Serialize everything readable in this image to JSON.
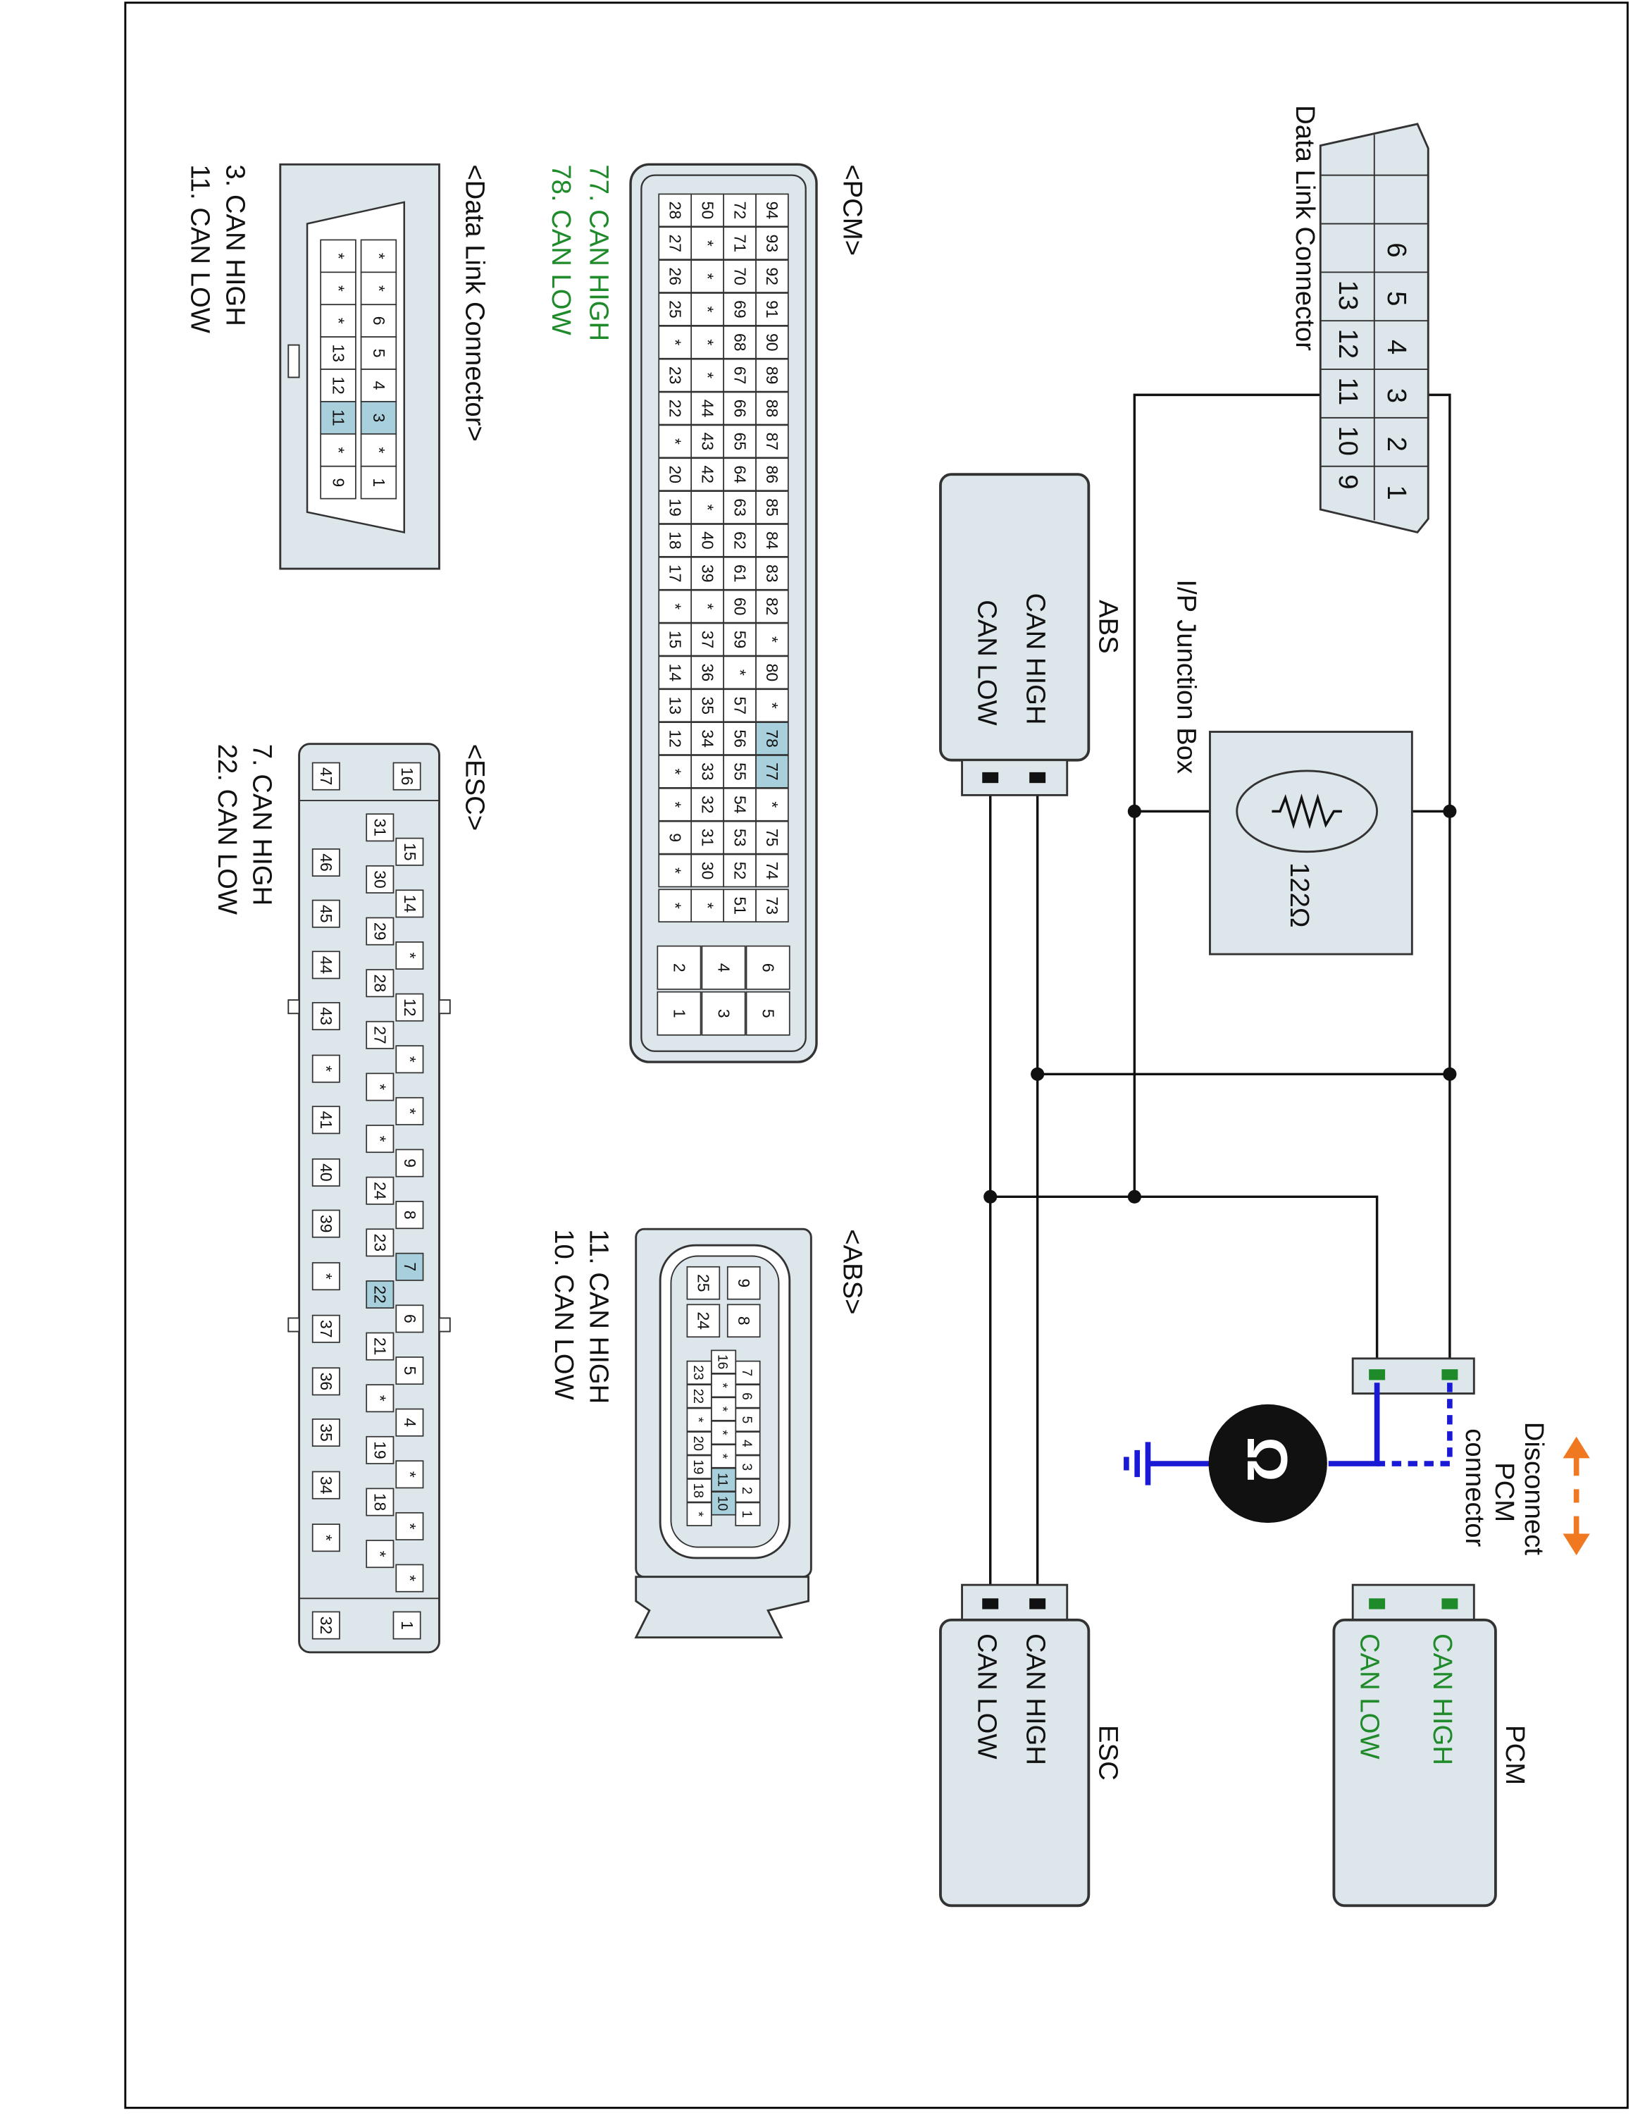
{
  "dlc": {
    "title": "Data Link Connector",
    "view_title": "<Data Link Connector>",
    "pins_row1": [
      "1",
      "2",
      "3",
      "4",
      "5",
      "6"
    ],
    "pins_row2": [
      "9",
      "10",
      "11",
      "12",
      "13"
    ],
    "legend": [
      "3. CAN HIGH",
      "11. CAN LOW"
    ],
    "grid_row1": [
      "*",
      "*",
      "6",
      "5",
      "4",
      "3",
      "*",
      "1"
    ],
    "grid_row2": [
      "*",
      "*",
      "*",
      "13",
      "12",
      "11",
      "*",
      "9"
    ]
  },
  "pcm": {
    "title": "PCM",
    "view_title": "<PCM>",
    "legend": [
      "77. CAN HIGH",
      "78. CAN LOW"
    ],
    "rows": [
      [
        "94",
        "93",
        "92",
        "91",
        "90",
        "89",
        "88",
        "87",
        "86",
        "85",
        "84",
        "83",
        "82",
        "*",
        "80",
        "*",
        "78",
        "77",
        "*",
        "75",
        "74",
        "73"
      ],
      [
        "72",
        "71",
        "70",
        "69",
        "68",
        "67",
        "66",
        "65",
        "64",
        "63",
        "62",
        "61",
        "60",
        "59",
        "*",
        "57",
        "56",
        "55",
        "54",
        "53",
        "52",
        "51"
      ],
      [
        "50",
        "*",
        "*",
        "*",
        "*",
        "*",
        "44",
        "43",
        "42",
        "*",
        "40",
        "39",
        "*",
        "37",
        "36",
        "35",
        "34",
        "33",
        "32",
        "31",
        "30",
        "*"
      ],
      [
        "28",
        "27",
        "26",
        "25",
        "*",
        "23",
        "22",
        "*",
        "20",
        "19",
        "18",
        "17",
        "*",
        "15",
        "14",
        "13",
        "12",
        "*",
        "*",
        "9",
        "*",
        "*"
      ]
    ],
    "small_pins": [
      [
        "6",
        "5"
      ],
      [
        "4",
        "3"
      ],
      [
        "2",
        "1"
      ]
    ],
    "highlight": [
      "77",
      "78"
    ],
    "signals": [
      "CAN HIGH",
      "CAN LOW"
    ]
  },
  "abs": {
    "title": "ABS",
    "view_title": "<ABS>",
    "signals": [
      "CAN HIGH",
      "CAN LOW"
    ],
    "legend": [
      "11. CAN HIGH",
      "10. CAN LOW"
    ],
    "big_pins": [
      "9",
      "8",
      "25",
      "24"
    ],
    "row1": [
      "7",
      "6",
      "5",
      "4",
      "3",
      "2",
      "1"
    ],
    "row2": [
      "16",
      "*",
      "*",
      "*",
      "*",
      "11",
      "10"
    ],
    "row3": [
      "23",
      "22",
      "*",
      "20",
      "19",
      "18",
      "*"
    ]
  },
  "esc": {
    "title": "ESC",
    "view_title": "<ESC>",
    "signals": [
      "CAN HIGH",
      "CAN LOW"
    ],
    "legend": [
      "7. CAN HIGH",
      "22. CAN LOW"
    ],
    "col_a": [
      "16",
      "47",
      "46",
      "45",
      "44",
      "43",
      "*",
      "41",
      "40",
      "39",
      "*",
      "37",
      "36",
      "35",
      "34",
      "*",
      "32",
      "1"
    ],
    "col_b": [
      "15",
      "14",
      "*",
      "12",
      "*",
      "*",
      "9",
      "8",
      "7",
      "6",
      "5",
      "4",
      "*",
      "*",
      "*"
    ],
    "col_c": [
      "31",
      "30",
      "29",
      "28",
      "27",
      "*",
      "*",
      "24",
      "23",
      "22",
      "21",
      "*",
      "19",
      "18",
      "*"
    ]
  },
  "junction": {
    "title": "I/P Junction Box",
    "resistor": "122Ω"
  },
  "meter": {
    "symbol": "Ω",
    "action": [
      "Disconnect",
      "PCM",
      "connector"
    ]
  },
  "colors": {
    "connector_fill": "#dde6ea",
    "highlight": "#a8cfdc",
    "green": "#1e8a2a",
    "blue": "#1a1ad6",
    "orange": "#f07820",
    "wire": "#111111"
  }
}
